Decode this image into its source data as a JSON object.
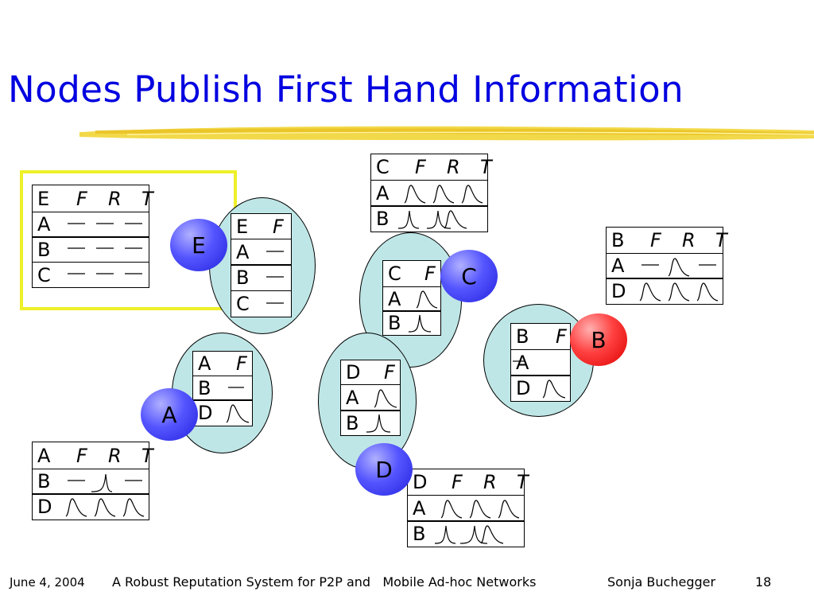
{
  "slide": {
    "title": "Nodes Publish First Hand Information",
    "footer": {
      "date": "June 4, 2004",
      "talk": "A Robust Reputation System for P2P and   Mobile Ad-hoc Networks",
      "author": "Sonja Buchegger",
      "page": "18"
    }
  },
  "nodes": {
    "E": "E",
    "C": "C",
    "B": "B",
    "A": "A",
    "D": "D"
  },
  "tables": {
    "e_full": {
      "head": "E",
      "f": "F",
      "r": "R",
      "t": "T",
      "rows": [
        "A",
        "B",
        "C"
      ]
    },
    "e_first": {
      "head": "E",
      "f": "F",
      "rows": [
        "A",
        "B",
        "C"
      ]
    },
    "c_full": {
      "head": "C",
      "f": "F",
      "r": "R",
      "t": "T",
      "rows": [
        "A",
        "B"
      ]
    },
    "c_first": {
      "head": "C",
      "f": "F",
      "rows": [
        "A",
        "B"
      ]
    },
    "b_full": {
      "head": "B",
      "f": "F",
      "r": "R",
      "t": "T",
      "rows": [
        "A",
        "D"
      ]
    },
    "b_first": {
      "head": "B",
      "f": "F",
      "rows": [
        "A",
        "D"
      ]
    },
    "a_first": {
      "head": "A",
      "f": "F",
      "rows": [
        "B",
        "D"
      ]
    },
    "a_full": {
      "head": "A",
      "f": "F",
      "r": "R",
      "t": "T",
      "rows": [
        "B",
        "D"
      ]
    },
    "d_first": {
      "head": "D",
      "f": "F",
      "rows": [
        "A",
        "B"
      ]
    },
    "d_full": {
      "head": "D",
      "f": "F",
      "r": "R",
      "t": "T",
      "rows": [
        "A",
        "B"
      ]
    }
  },
  "colors": {
    "title": "#0000e0",
    "highlight": "#eef02a",
    "ellipse": "#bfe6e6",
    "node_blue": "#4444ff",
    "node_red": "#ff2020"
  }
}
